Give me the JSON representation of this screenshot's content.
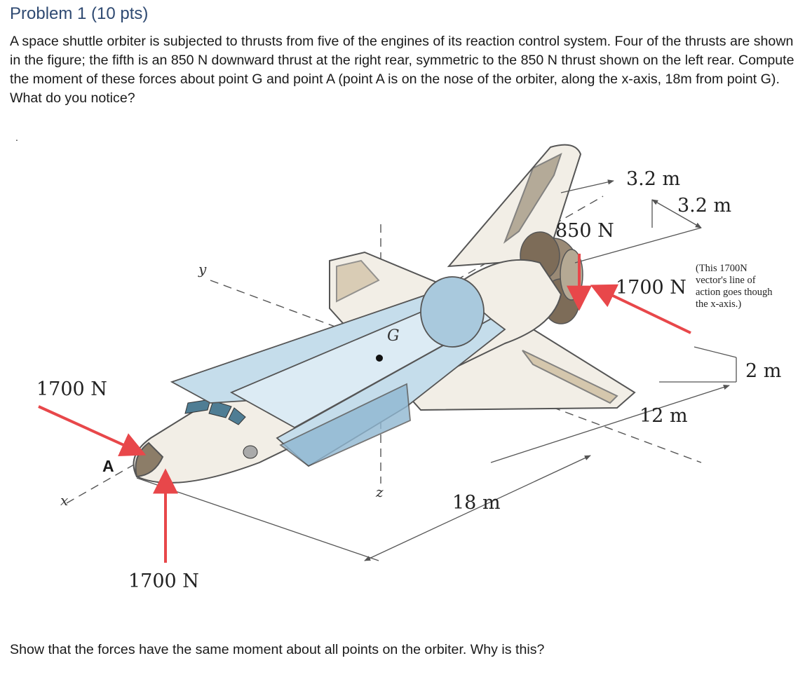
{
  "title": "Problem 1 (10 pts)",
  "problem_text": "A space shuttle orbiter is subjected to thrusts from five of the engines of its reaction control system. Four of the thrusts are shown in the figure; the fifth is an 850 N downward thrust at the right rear, symmetric to the 850 N thrust shown on the left rear. Compute the moment of these forces about point G and point A (point A is on the nose of the orbiter, along the x-axis, 18m from point G).  What do you notice?",
  "stray_mark": ".",
  "figure": {
    "dim_top_1": "3.2 m",
    "dim_top_2": "3.2 m",
    "force_850": "850 N",
    "force_rear_1700": "1700 N",
    "note_lines": [
      "(This 1700N",
      "vector's line of",
      "action goes though",
      "the x-axis.)"
    ],
    "dim_2m": "2 m",
    "dim_12m": "12 m",
    "force_left_1700": "1700 N",
    "point_A": "A",
    "axis_x": "x",
    "axis_y": "y",
    "axis_z": "z",
    "point_G": "G",
    "dim_18m": "18 m",
    "force_bottom_1700": "1700 N"
  },
  "footer_text": "Show that the forces have the same moment about all points on the orbiter.  Why is this?"
}
